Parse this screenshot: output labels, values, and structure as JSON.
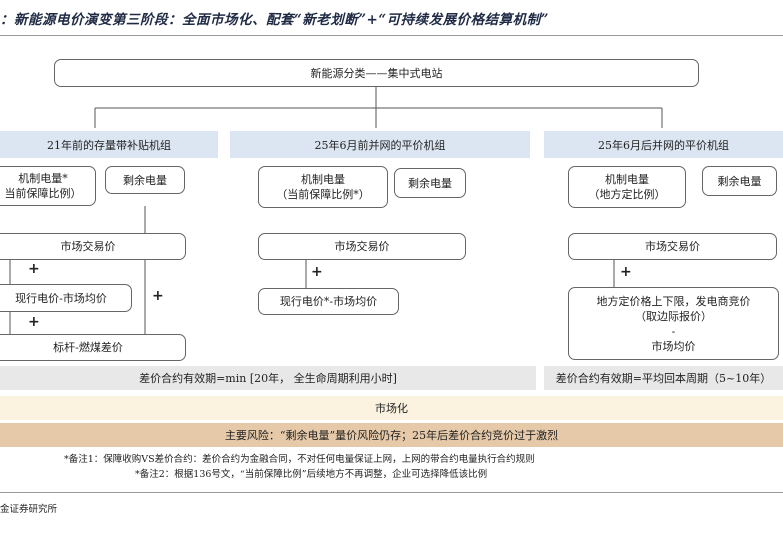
{
  "title": "：新能源电价演变第三阶段：全面市场化、配套“新老划断”+“可持续发展价格结算机制”",
  "root": "新能源分类——集中式电站",
  "col1": {
    "header": "21年前的存量带补贴机组",
    "mech": "机制电量*\n当前保障比例）",
    "surplus": "剩余电量",
    "market": "市场交易价",
    "plus_a": "+",
    "diff": "现行电价-市场均价",
    "plus_b": "+",
    "benchmark": "标杆-燃煤差价",
    "plus_side": "+",
    "validity": "差价合约有效期=min [20年， 全生命周期利用小时]"
  },
  "col2": {
    "header": "25年6月前并网的平价机组",
    "mech": "机制电量\n（当前保障比例*）",
    "surplus": "剩余电量",
    "market": "市场交易价",
    "plus_a": "+",
    "diff": "现行电价*-市场均价"
  },
  "col3": {
    "header": "25年6月后并网的平价机组",
    "mech": "机制电量\n（地方定比例）",
    "surplus": "剩余电量",
    "market": "市场交易价",
    "plus_a": "+",
    "detail": "地方定价格上下限，发电商竞价\n（取边际报价）\n-\n市场均价",
    "validity": "差价合约有效期=平均回本周期（5~10年）"
  },
  "marketization": "市场化",
  "risk": "主要风险：“剩余电量”量价风险仍存；25年后差价合约竞价过于激烈",
  "note1": "*备注1：保障收购VS差价合约：差价合约为金融合同，不对任何电量保证上网，上网的带合约电量执行合约规则",
  "note2": "*备注2：根据136号文，“当前保障比例”后续地方不再调整，企业可选择降低该比例",
  "source": "金证券研究所",
  "colors": {
    "blue_band": "#dce6f2",
    "grey_band": "#e8e8e8",
    "cream_band": "#fbf3e0",
    "tan_band": "#e5c9a8"
  }
}
